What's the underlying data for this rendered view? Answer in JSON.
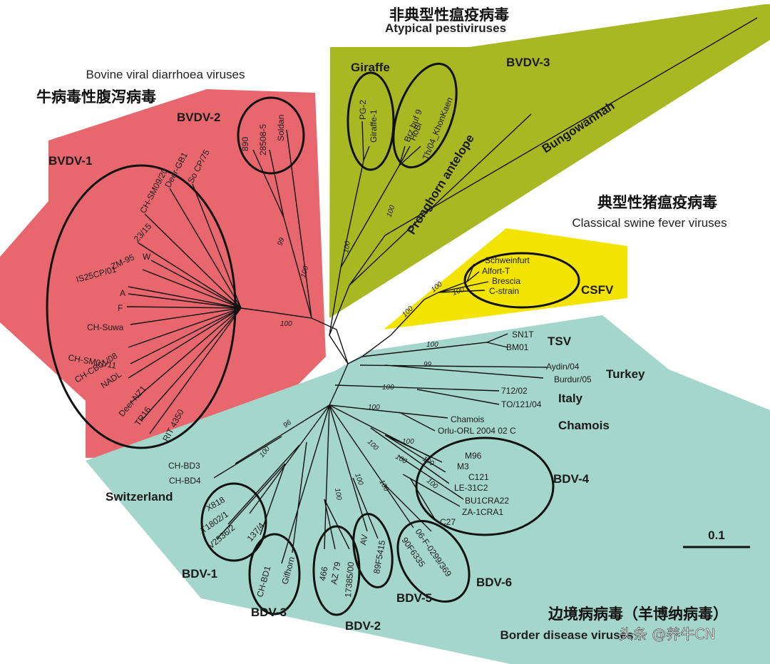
{
  "region_titles": {
    "atypical_cn": "非典型性瘟疫病毒",
    "atypical_en": "Atypical pestiviruses",
    "bovine_en": "Bovine viral diarrhoea viruses",
    "bovine_cn": "牛病毒性腹泻病毒",
    "csf_cn": "典型性猪瘟疫病毒",
    "csf_en": "Classical swine fever viruses",
    "border_cn": "边境病病毒（羊博纳病毒）",
    "border_en": "Border disease viruses"
  },
  "colors": {
    "bvdv": "#e8676e",
    "atypical": "#a8b823",
    "csfv": "#f2e300",
    "bdv": "#a5d6cc"
  },
  "group_labels": {
    "bvdv1": "BVDV-1",
    "bvdv2": "BVDV-2",
    "bvdv3": "BVDV-3",
    "giraffe": "Giraffe",
    "pronghorn": "Pronghorn antelope",
    "bungowannah": "Bungowannah",
    "csfv": "CSFV",
    "tsv": "TSV",
    "turkey": "Turkey",
    "italy": "Italy",
    "chamois": "Chamois",
    "switzerland": "Switzerland",
    "bdv1": "BDV-1",
    "bdv2": "BDV-2",
    "bdv3": "BDV-3",
    "bdv4": "BDV-4",
    "bdv5": "BDV-5",
    "bdv6": "BDV-6"
  },
  "taxa": {
    "bvdv1": [
      "So CP/75",
      "Deer-GB1",
      "CH-SM09/20",
      "23/15",
      "W",
      "ZM-95",
      "IS25CP/01",
      "A",
      "F",
      "CH-Suwa",
      "CH-SM01/11",
      "CH-CB01/08",
      "NADL",
      "Deer NZ1",
      "TR16",
      "RIT 4350"
    ],
    "bvdv2": [
      "890",
      "28508-5",
      "Soldan"
    ],
    "giraffe": [
      "PG-2",
      "Giraffe-1"
    ],
    "bvdv3": [
      "Brz buf 9",
      "HoBi",
      "Th/04_KhonKaen"
    ],
    "csfv": [
      "Schweinfurt",
      "Alfort-T",
      "Brescia",
      "C-strain"
    ],
    "tsv": [
      "SN1T",
      "BM01"
    ],
    "turkey": [
      "Aydin/04",
      "Burdur/05"
    ],
    "italy": [
      "712/02",
      "TO/121/04"
    ],
    "chamois": [
      "Chamois",
      "Orlu-ORL 2004 02 C"
    ],
    "bdv4": [
      "M96",
      "M3",
      "C121",
      "LE-31C2",
      "BU1CRA22",
      "ZA-1CRA1",
      "C27"
    ],
    "switzerland": [
      "CH-BD3",
      "CH-BD4"
    ],
    "bdv1": [
      "X818",
      "T1802/1",
      "V2536/2",
      "137/4"
    ],
    "bdv3": [
      "CH-BD1",
      "Gifhorn"
    ],
    "bdv2": [
      "466",
      "AZ 79",
      "17385/00"
    ],
    "bdv5": [
      "AV",
      "89F5415"
    ],
    "bdv6": [
      "06-F-0299/369",
      "90F6335"
    ]
  },
  "bootstrap": [
    "99",
    "100",
    "100",
    "100",
    "100",
    "100",
    "100",
    "100",
    "100",
    "99",
    "100",
    "96",
    "100",
    "100",
    "100",
    "100",
    "100",
    "100",
    "100",
    "100",
    "100",
    "100"
  ],
  "scale_bar": "0.1",
  "watermark": "头条 @养牛CN"
}
